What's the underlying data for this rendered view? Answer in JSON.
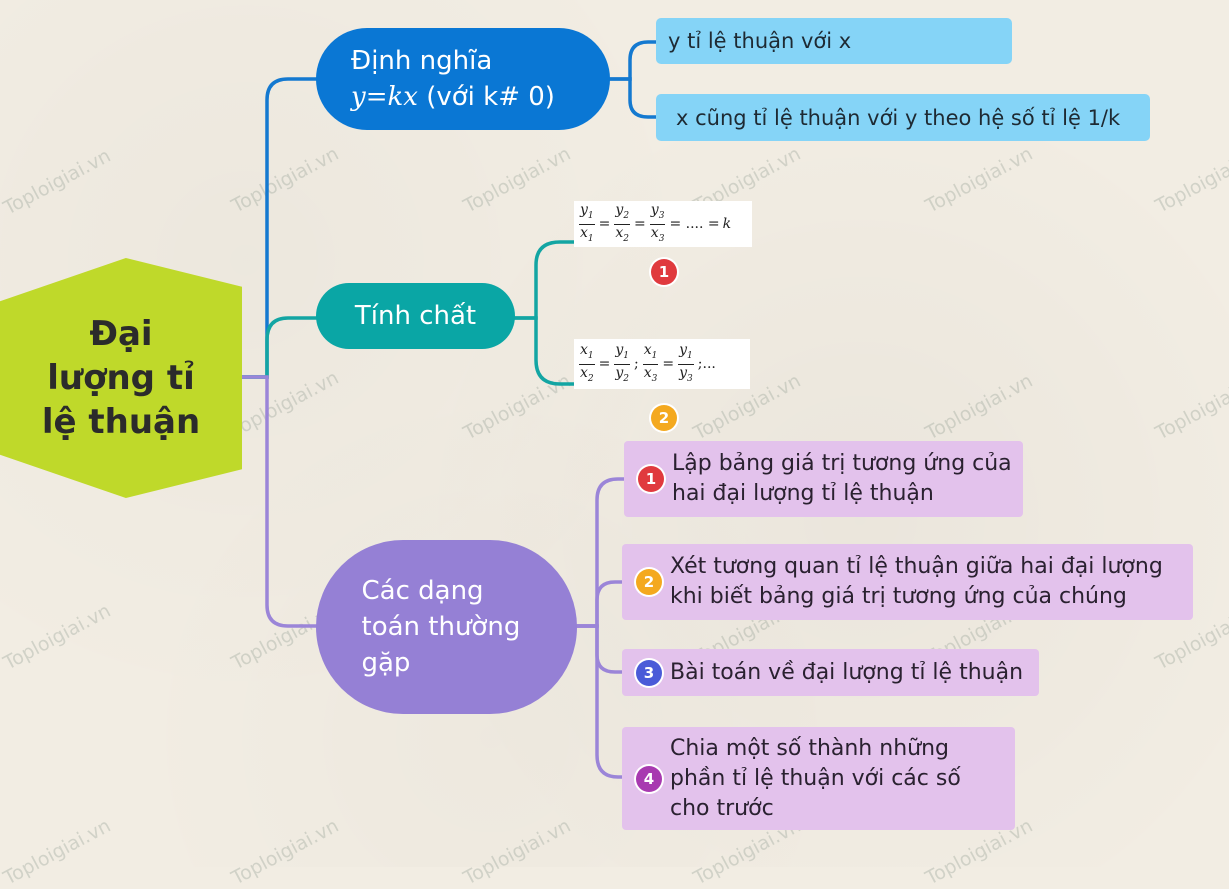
{
  "root": {
    "title": "Đại lượng tỉ lệ thuận",
    "color": "#bfd92a"
  },
  "definition": {
    "label": "Định nghĩa",
    "formula": "y=kx",
    "condition": "(với k# 0)",
    "color": "#0a77d4",
    "items": [
      "y tỉ lệ thuận với x",
      "x cũng tỉ lệ thuận với y theo hệ số tỉ lệ 1/k"
    ]
  },
  "properties": {
    "label": "Tính chất",
    "color": "#0aa6a5",
    "items": [
      {
        "badge": "1",
        "color": "#e03a3e"
      },
      {
        "badge": "2",
        "color": "#f4a91f"
      }
    ]
  },
  "types": {
    "label": "Các dạng toán thường gặp",
    "color": "#9580d5",
    "items": [
      {
        "badge": "1",
        "color": "#e03a3e",
        "text": "Lập bảng giá trị tương ứng của hai đại lượng tỉ lệ thuận"
      },
      {
        "badge": "2",
        "color": "#f4a91f",
        "text": "Xét tương quan tỉ lệ thuận giữa hai đại lượng khi biết bảng giá trị tương ứng của chúng"
      },
      {
        "badge": "3",
        "color": "#4a5bd8",
        "text": "Bài toán về đại lượng tỉ lệ thuận"
      },
      {
        "badge": "4",
        "color": "#a83ab0",
        "text": "Chia một số thành những phần tỉ lệ thuận với các số cho trước"
      }
    ]
  },
  "watermark": "Toploigiai.vn"
}
